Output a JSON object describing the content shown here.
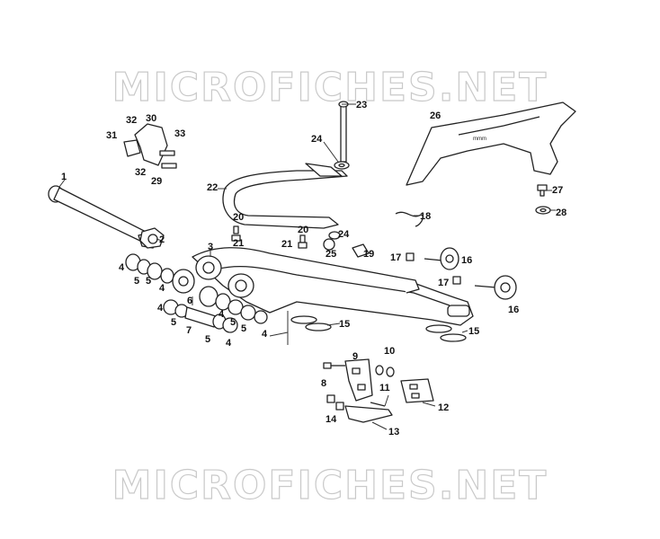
{
  "watermark": {
    "text": "MICROFICHES.NET"
  },
  "callouts": [
    {
      "id": "c1",
      "label": "1"
    },
    {
      "id": "c2",
      "label": "2"
    },
    {
      "id": "c3",
      "label": "3"
    },
    {
      "id": "c4a",
      "label": "4"
    },
    {
      "id": "c4b",
      "label": "4"
    },
    {
      "id": "c4c",
      "label": "4"
    },
    {
      "id": "c4d",
      "label": "4"
    },
    {
      "id": "c4e",
      "label": "4"
    },
    {
      "id": "c4f",
      "label": "4"
    },
    {
      "id": "c5a",
      "label": "5"
    },
    {
      "id": "c5b",
      "label": "5"
    },
    {
      "id": "c5c",
      "label": "5"
    },
    {
      "id": "c5d",
      "label": "5"
    },
    {
      "id": "c5e",
      "label": "5"
    },
    {
      "id": "c5f",
      "label": "5"
    },
    {
      "id": "c6",
      "label": "6"
    },
    {
      "id": "c7",
      "label": "7"
    },
    {
      "id": "c8",
      "label": "8"
    },
    {
      "id": "c9",
      "label": "9"
    },
    {
      "id": "c10",
      "label": "10"
    },
    {
      "id": "c11",
      "label": "11"
    },
    {
      "id": "c12",
      "label": "12"
    },
    {
      "id": "c13",
      "label": "13"
    },
    {
      "id": "c14",
      "label": "14"
    },
    {
      "id": "c15a",
      "label": "15"
    },
    {
      "id": "c15b",
      "label": "15"
    },
    {
      "id": "c16a",
      "label": "16"
    },
    {
      "id": "c16b",
      "label": "16"
    },
    {
      "id": "c17a",
      "label": "17"
    },
    {
      "id": "c17b",
      "label": "17"
    },
    {
      "id": "c18",
      "label": "18"
    },
    {
      "id": "c19",
      "label": "19"
    },
    {
      "id": "c20a",
      "label": "20"
    },
    {
      "id": "c20b",
      "label": "20"
    },
    {
      "id": "c21a",
      "label": "21"
    },
    {
      "id": "c21b",
      "label": "21"
    },
    {
      "id": "c22",
      "label": "22"
    },
    {
      "id": "c23",
      "label": "23"
    },
    {
      "id": "c24a",
      "label": "24"
    },
    {
      "id": "c24b",
      "label": "24"
    },
    {
      "id": "c25",
      "label": "25"
    },
    {
      "id": "c26",
      "label": "26"
    },
    {
      "id": "c27",
      "label": "27"
    },
    {
      "id": "c28",
      "label": "28"
    },
    {
      "id": "c29",
      "label": "29"
    },
    {
      "id": "c30",
      "label": "30"
    },
    {
      "id": "c31",
      "label": "31"
    },
    {
      "id": "c32a",
      "label": "32"
    },
    {
      "id": "c32b",
      "label": "32"
    },
    {
      "id": "c33",
      "label": "33"
    }
  ]
}
